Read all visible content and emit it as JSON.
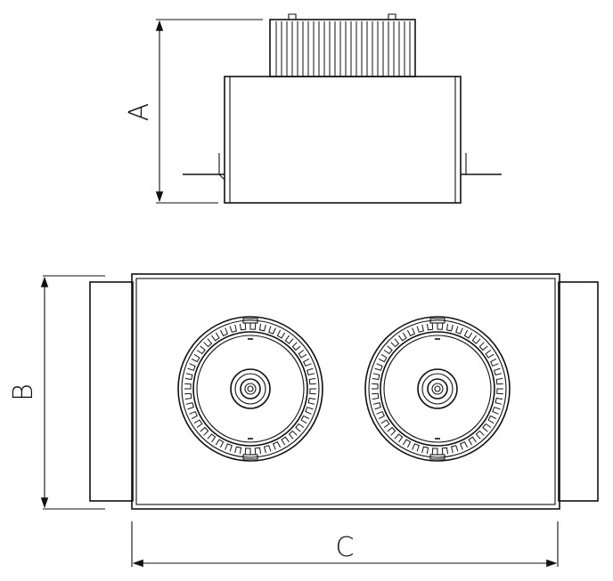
{
  "drawing": {
    "side_view": {
      "dimension_label": "A"
    },
    "top_view": {
      "height_label": "B",
      "width_label": "C",
      "lamp_count": 2
    }
  },
  "colors": {
    "line": "#111111",
    "background": "#ffffff"
  }
}
